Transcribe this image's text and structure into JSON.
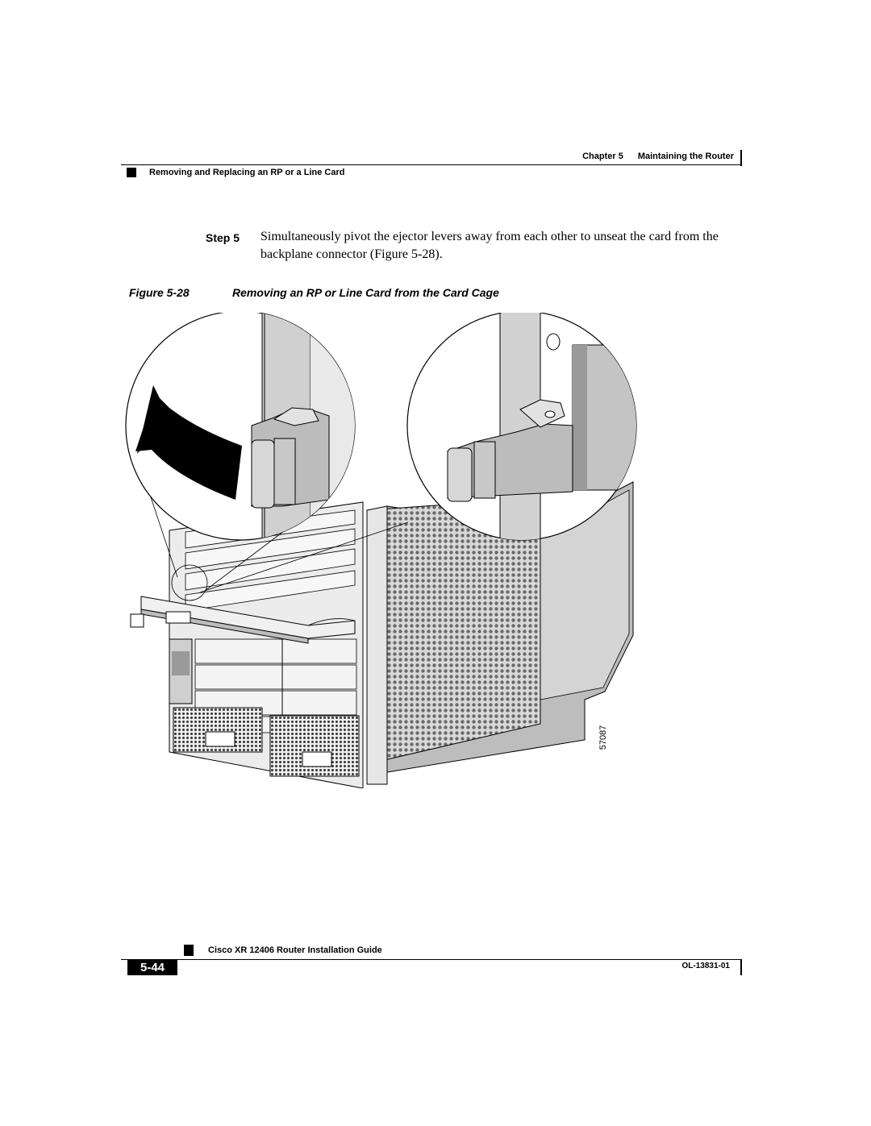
{
  "header": {
    "chapter_label": "Chapter 5",
    "chapter_title": "Maintaining the Router",
    "section": "Removing and Replacing an RP or a Line Card"
  },
  "step": {
    "label": "Step 5",
    "text": "Simultaneously pivot the ejector levers away from each other to unseat the card from the backplane connector (Figure 5-28)."
  },
  "figure": {
    "number": "Figure 5-28",
    "title": "Removing an RP or Line Card from the Card Cage",
    "id": "57087",
    "description_icon": "router-chassis-illustration"
  },
  "footer": {
    "guide_title": "Cisco XR 12406 Router Installation Guide",
    "page_number": "5-44",
    "doc_number": "OL-13831-01"
  }
}
